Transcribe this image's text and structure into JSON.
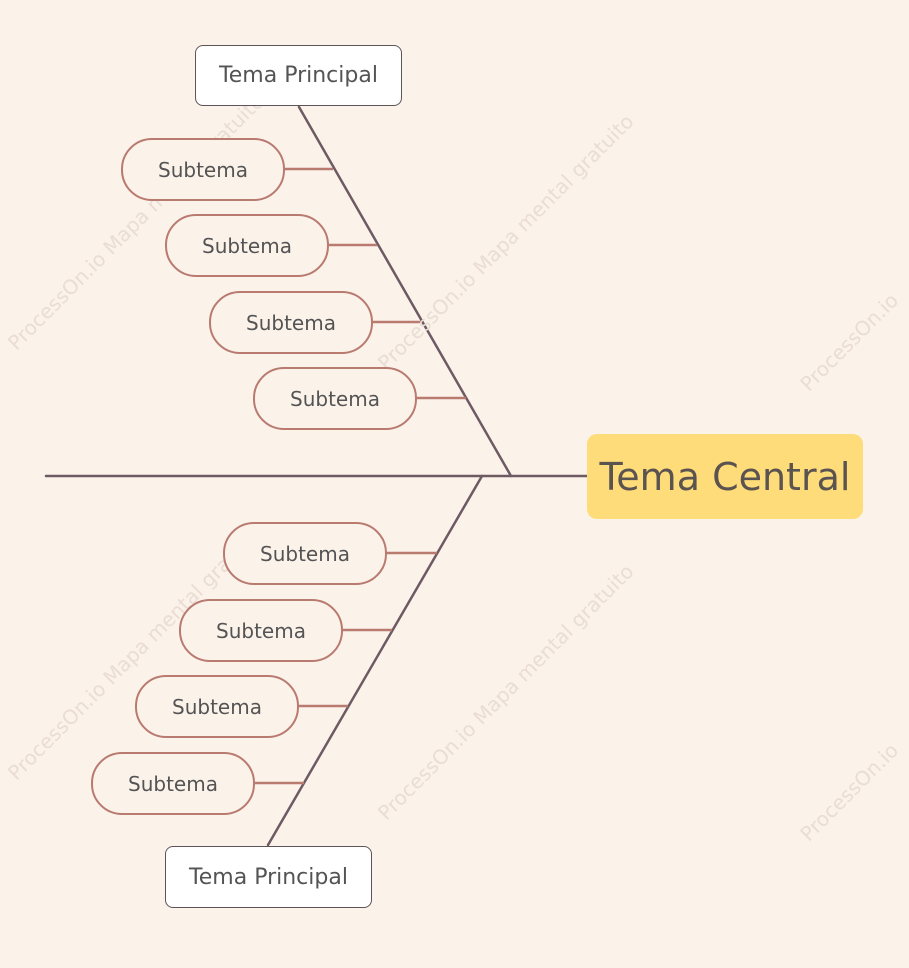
{
  "colors": {
    "background": "#fbf2ea",
    "line": "#6e5a63",
    "subtopic_border": "#b97a70",
    "central_fill": "#ffdc7a",
    "main_border": "#5e5357",
    "watermark": "#e9ddd5"
  },
  "diagram": {
    "type": "fishbone",
    "central_topic": "Tema Central",
    "main_topics": [
      {
        "label": "Tema Principal",
        "subtopics": [
          "Subtema",
          "Subtema",
          "Subtema",
          "Subtema"
        ]
      },
      {
        "label": "Tema Principal",
        "subtopics": [
          "Subtema",
          "Subtema",
          "Subtema",
          "Subtema"
        ]
      }
    ]
  },
  "watermark": {
    "text": "ProcessOn.io Mapa mental gratuito",
    "short_text": "ProcessOn.io"
  }
}
